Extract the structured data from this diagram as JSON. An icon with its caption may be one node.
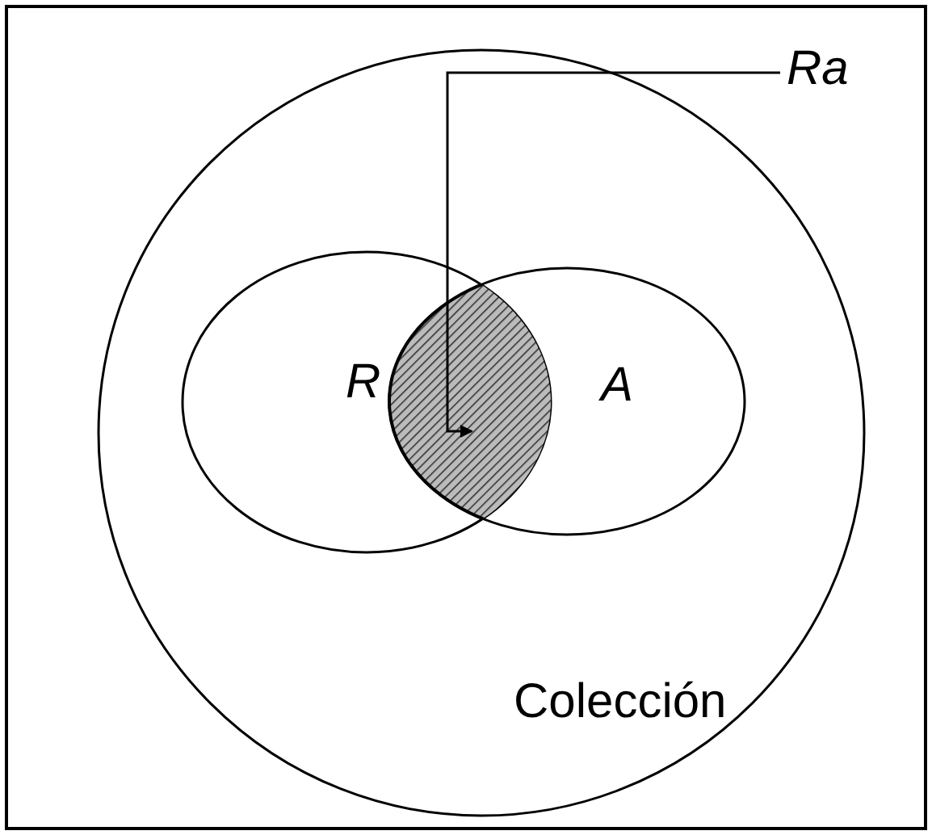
{
  "diagram": {
    "nodes": [
      {
        "text": [
          "Colección"
        ]
      },
      {
        "text": [
          "R"
        ],
        "in": 0
      },
      {
        "text": [
          "A"
        ],
        "in": 0
      },
      {
        "text": [],
        "shape": "lens",
        "in": 0
      },
      {
        "text": [
          "Ra"
        ]
      }
    ],
    "edges": [
      {
        "from": 4,
        "to": 3,
        "arrow": "to"
      }
    ]
  }
}
